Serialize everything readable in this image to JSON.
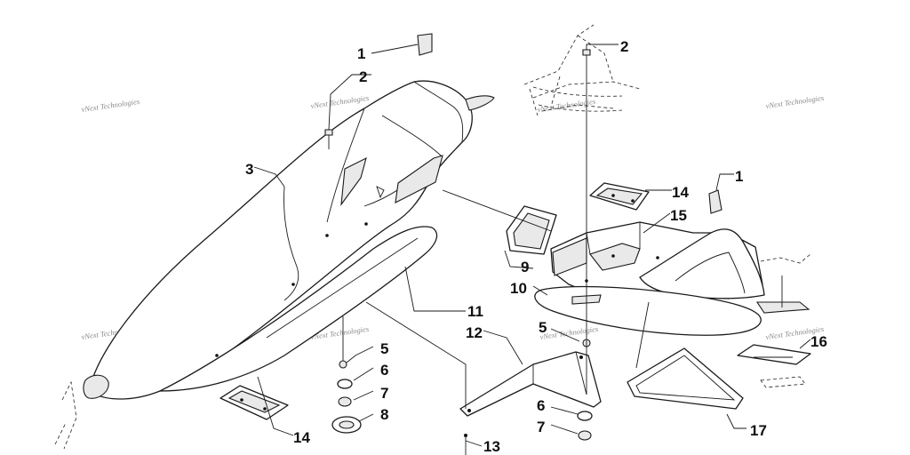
{
  "watermark": "vNext Technologies",
  "callouts": {
    "c1a": "1",
    "c1b": "1",
    "c2a": "2",
    "c2b": "2",
    "c3": "3",
    "c5a": "5",
    "c5b": "5",
    "c6a": "6",
    "c6b": "6",
    "c7a": "7",
    "c7b": "7",
    "c8": "8",
    "c9": "9",
    "c10": "10",
    "c11": "11",
    "c12": "12",
    "c13": "13",
    "c14a": "14",
    "c14b": "14",
    "c15": "15",
    "c16": "16",
    "c17": "17"
  }
}
